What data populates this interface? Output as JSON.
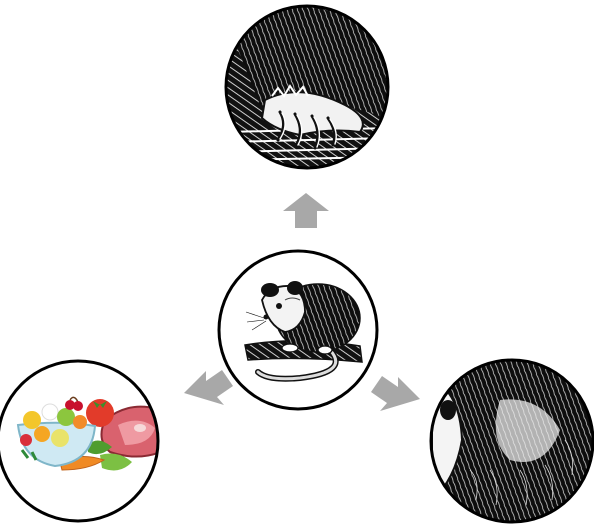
{
  "diagram": {
    "center": {
      "subject": "opossum-illustration"
    },
    "top": {
      "subject": "opossum-paw-claws-closeup"
    },
    "bottom_left": {
      "subject": "fruit-vegetables-meat-food"
    },
    "bottom_right": {
      "subject": "opossum-fur-ear-closeup"
    }
  },
  "colors": {
    "arrow": "#a8a8a8",
    "circle_border": "#000000",
    "ink": "#111111",
    "background": "#ffffff"
  }
}
